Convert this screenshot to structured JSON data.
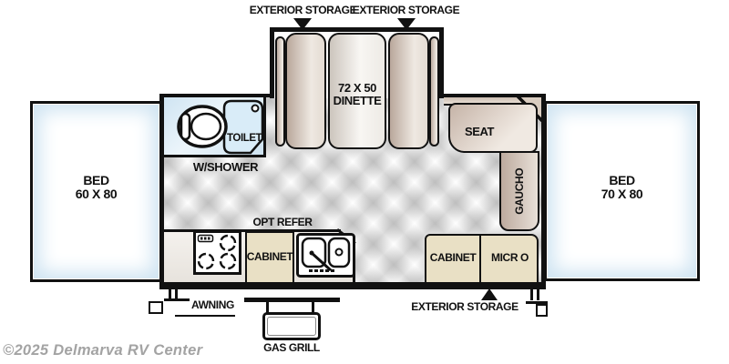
{
  "watermark": "©2025 Delmarva RV Center",
  "storage": {
    "top_left": "EXTERIOR STORAGE",
    "top_right": "EXTERIOR STORAGE",
    "bottom": "EXTERIOR STORAGE"
  },
  "dinette": {
    "size": "72 X 50",
    "label": "DINETTE"
  },
  "beds": {
    "left": {
      "label": "BED",
      "size": "60 X 80"
    },
    "right": {
      "label": "BED",
      "size": "70 X 80"
    }
  },
  "bath": {
    "toilet": "TOILET",
    "shower": "W/SHOWER"
  },
  "seating": {
    "seat": "SEAT",
    "gaucho": "GAUCHO"
  },
  "kitchen": {
    "refer": "OPT REFER",
    "cabinet": "CABINET"
  },
  "right_cabinets": {
    "cabinet": "CABINET",
    "micro": "MICR O"
  },
  "exterior": {
    "awning": "AWNING",
    "grill": "GAS GRILL"
  },
  "colors": {
    "outline": "#111111",
    "bed_blue": "#cfe4f2",
    "tan_dark": "#b9a79b",
    "tan_light": "#f0e9e2",
    "cabinet_beige": "#e9e0c5",
    "watermark_gray": "#a3a3a3"
  }
}
